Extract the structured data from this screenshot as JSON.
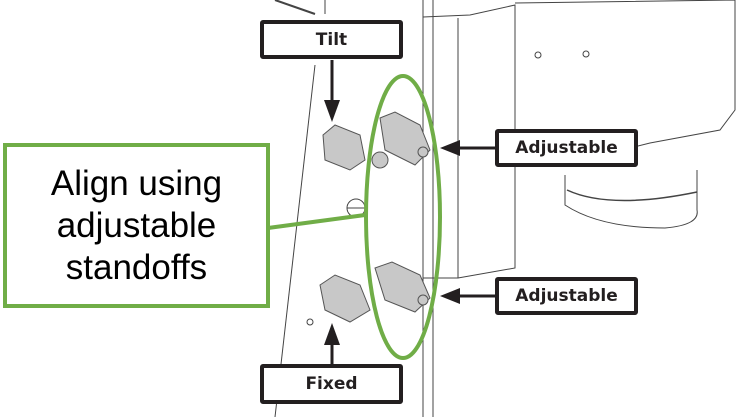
{
  "labels": {
    "tilt": "Tilt",
    "adjustable_top": "Adjustable",
    "adjustable_bottom": "Adjustable",
    "fixed": "Fixed"
  },
  "callout": {
    "line1": "Align using",
    "line2": "adjustable",
    "line3": "standoffs"
  },
  "colors": {
    "highlight": "#70ad47",
    "label_border": "#231f20"
  }
}
